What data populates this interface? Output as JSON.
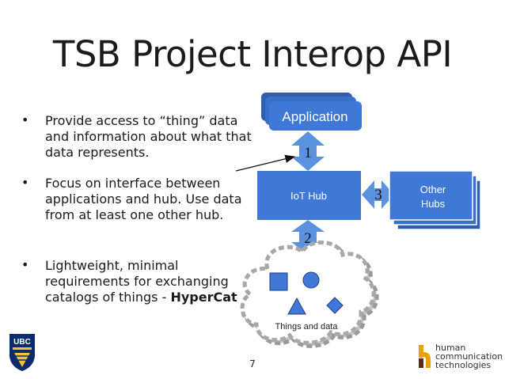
{
  "slide": {
    "title": "TSB Project Interop API",
    "bullets": [
      {
        "text": "Provide access to “thing” data and information about what that data represents."
      },
      {
        "text": "Focus on interface between applications and hub.  Use data from at least one other hub."
      },
      {
        "text_before": "Lightweight, minimal requirements for exchanging catalogs of things - ",
        "text_bold": "HyperCat"
      }
    ],
    "bullet_symbol": "•",
    "page_number": "7"
  },
  "diagram": {
    "application_label": "Application",
    "hub_label": "IoT Hub",
    "other_hubs_line1": "Other",
    "other_hubs_line2": "Hubs",
    "cloud_label": "Things and data",
    "arrow_labels": [
      "1",
      "2",
      "3"
    ],
    "colors": {
      "box": "#3f78d6",
      "box_shadow": "#2f5eb0",
      "arrow": "#5b92e0",
      "text_light": "#ffffff"
    }
  },
  "logos": {
    "ubc": {
      "text": "UBC",
      "icon": "ubc-crest-icon"
    },
    "hct": {
      "line1": "human",
      "line2": "communication",
      "line3": "technologies",
      "icon": "hct-logo-icon"
    }
  }
}
